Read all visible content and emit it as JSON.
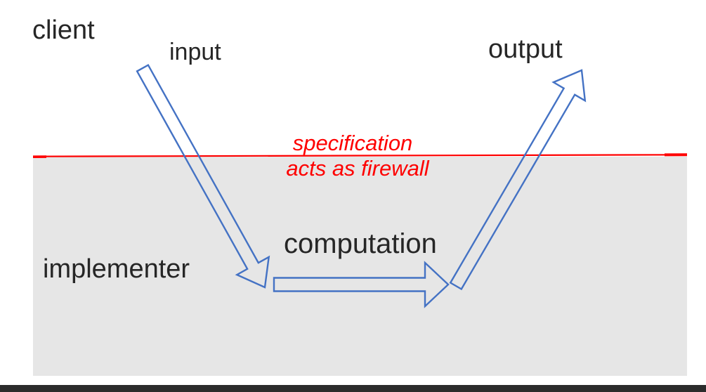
{
  "diagram": {
    "labels": {
      "client": "client",
      "input": "input",
      "output": "output",
      "computation": "computation",
      "implementer": "implementer",
      "spec_line1": "specification",
      "spec_line2": "acts as firewall"
    },
    "icons": {
      "input_arrow": "down-right-block-arrow-icon",
      "computation_arrow": "right-block-arrow-icon",
      "output_arrow": "up-right-block-arrow-icon"
    },
    "colors": {
      "arrow_blue": "#4472c4",
      "firewall_red": "#fe0000",
      "implementer_bg": "#e6e6e6",
      "text_dark": "#262626",
      "bottom_bar": "#2b2b2b"
    }
  }
}
